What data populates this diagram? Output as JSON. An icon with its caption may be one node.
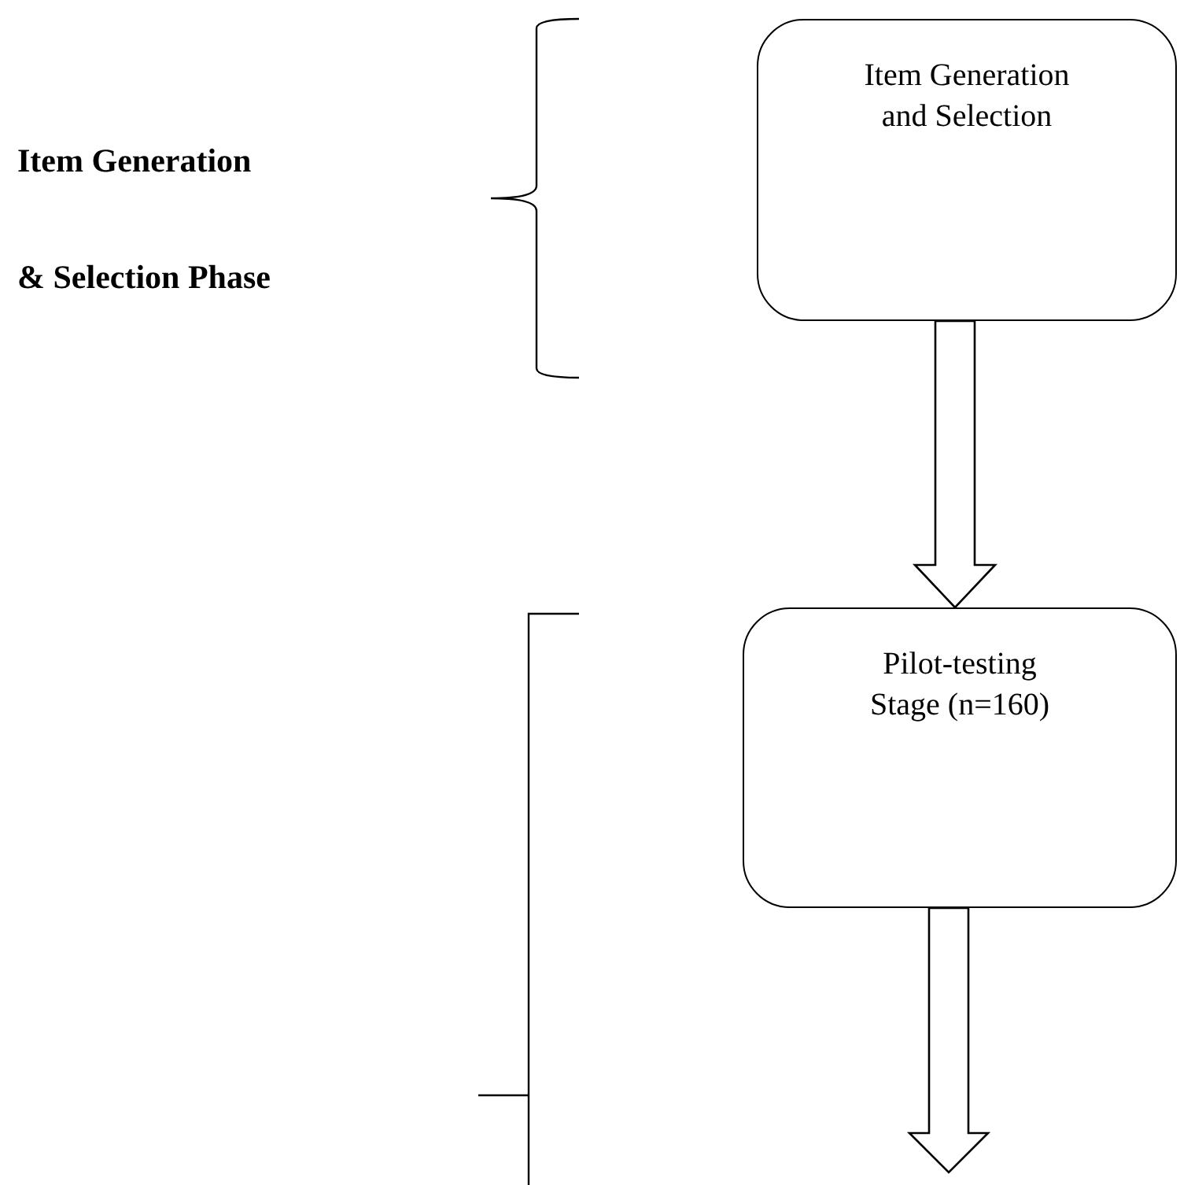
{
  "diagram": {
    "nodes": [
      {
        "text": [
          "Item Generation and Selection"
        ]
      },
      {
        "text": [
          "Pilot-testing Stage (n=160)"
        ]
      }
    ],
    "edges": [
      {
        "from": 0,
        "to": 1,
        "arrow": "to"
      },
      {
        "from": 1,
        "to": null,
        "arrow": "to"
      }
    ],
    "labels": [
      "Item Generation",
      "& Selection Phase"
    ]
  }
}
